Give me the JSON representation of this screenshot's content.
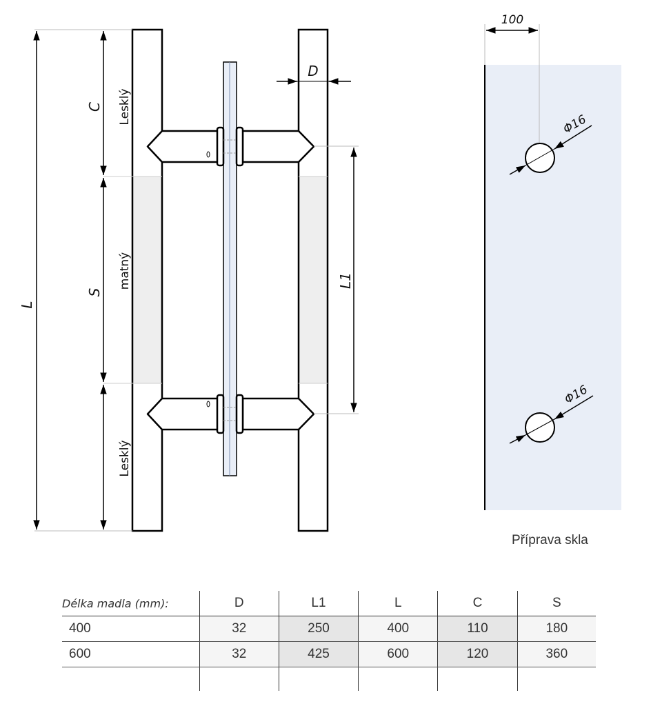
{
  "drawing": {
    "labels": {
      "lesky_top": "Lesklý",
      "matny": "matný",
      "lesky_bottom": "Lesklý"
    },
    "dimensions": {
      "L": "L",
      "S": "S",
      "C": "C",
      "D": "D",
      "L1": "L1",
      "width_100": "100",
      "hole_top": "Φ16",
      "hole_bottom": "Φ16"
    },
    "glass_caption": "Příprava skla"
  },
  "table": {
    "header": [
      "Délka madla (mm):",
      "D",
      "L1",
      "L",
      "C",
      "S"
    ],
    "rows": [
      [
        "400",
        "32",
        "250",
        "400",
        "110",
        "180"
      ],
      [
        "600",
        "32",
        "425",
        "600",
        "120",
        "360"
      ]
    ]
  }
}
